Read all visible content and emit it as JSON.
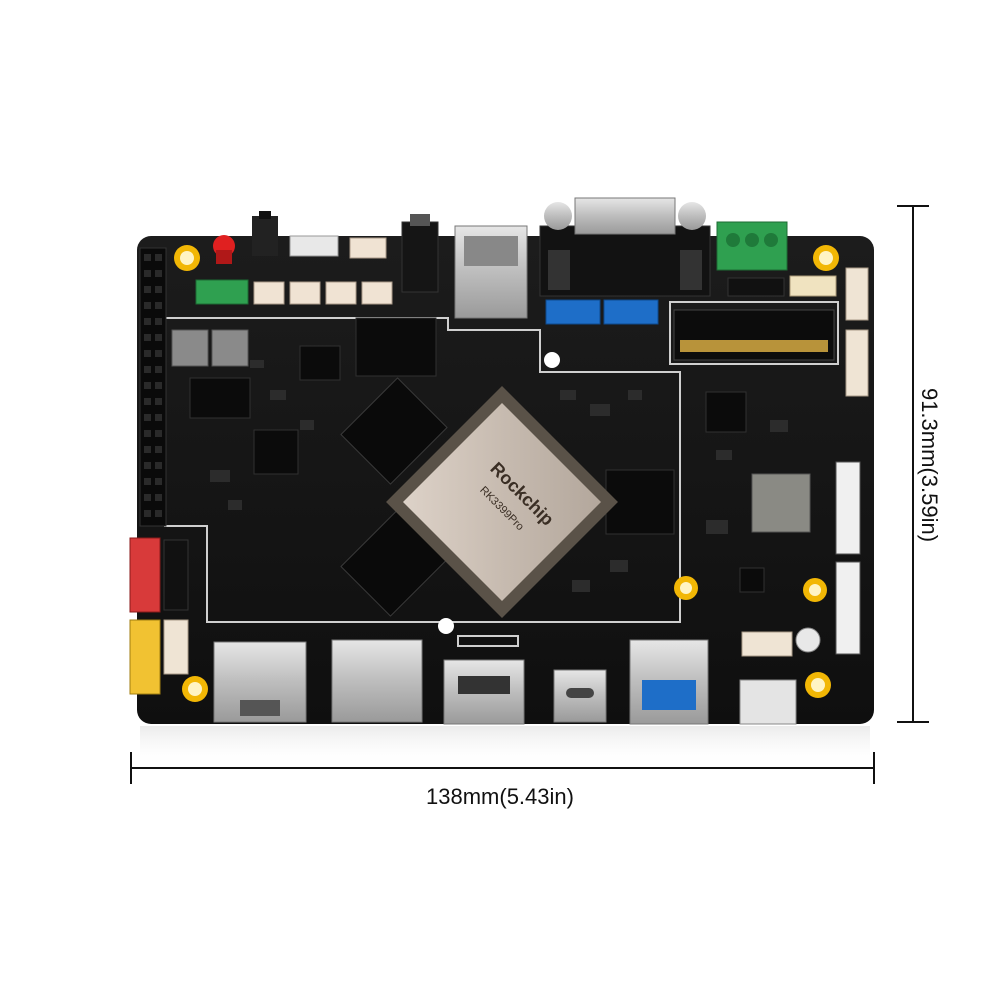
{
  "dimensions": {
    "width_label": "138mm(5.43in)",
    "height_label": "91.3mm(3.59in)"
  },
  "board": {
    "soc_brand": "Rockchip",
    "soc_model": "RK3399Pro",
    "colors": {
      "pcb": "#141414",
      "silkscreen": "#d8d8d8",
      "metal": "#c9c9c9",
      "soc_lid": "#cbbfb4",
      "header_red": "#d83a3a",
      "header_yellow": "#f1c232",
      "terminal_green": "#2fa050",
      "port_blue": "#1e6ec8",
      "led_red": "#e02020",
      "mount_gold": "#f2b705"
    }
  }
}
